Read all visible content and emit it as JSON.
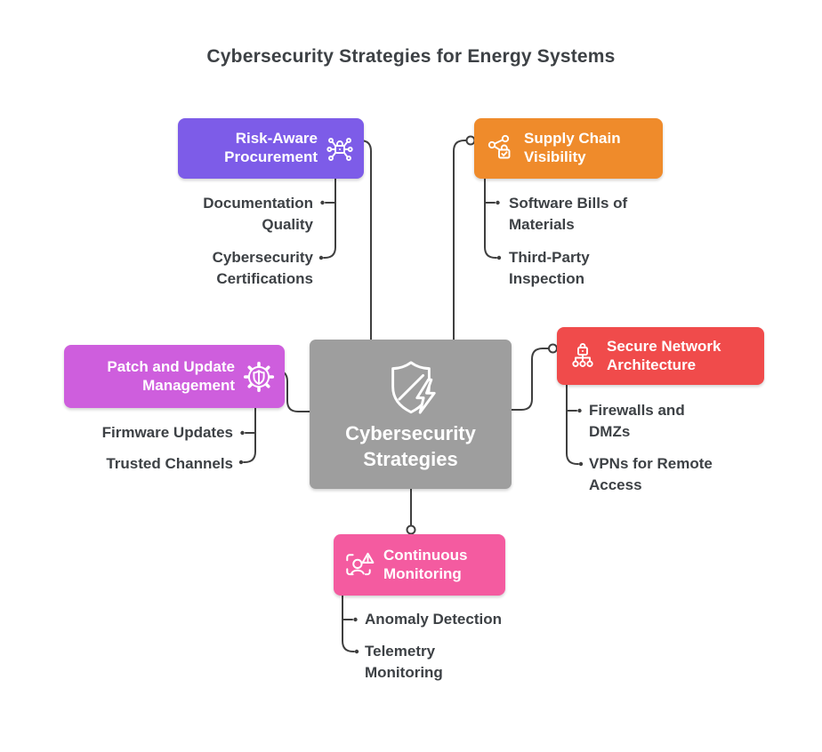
{
  "title": "Cybersecurity Strategies for Energy Systems",
  "colors": {
    "risk": "#7d5ce8",
    "supply": "#ef8b2b",
    "patch": "#ce5edd",
    "secure": "#f04b4b",
    "monitor": "#f45ba0",
    "center": "#9e9e9e",
    "line": "#3f3f3f",
    "text": "#3d4145"
  },
  "center": {
    "label": "Cybersecurity Strategies",
    "icon": "shield-bolt-icon"
  },
  "branches": [
    {
      "label": "Risk-Aware Procurement",
      "icon": "lock-network-icon",
      "children": [
        "Documentation Quality",
        "Cybersecurity Certifications"
      ]
    },
    {
      "label": "Supply Chain Visibility",
      "icon": "share-lock-icon",
      "children": [
        "Software Bills of Materials",
        "Third-Party Inspection"
      ]
    },
    {
      "label": "Patch and Update Management",
      "icon": "gear-shield-icon",
      "children": [
        "Firmware Updates",
        "Trusted Channels"
      ]
    },
    {
      "label": "Secure Network Architecture",
      "icon": "lock-tree-icon",
      "children": [
        "Firewalls and DMZs",
        "VPNs for Remote Access"
      ]
    },
    {
      "label": "Continuous Monitoring",
      "icon": "scan-alert-icon",
      "children": [
        "Anomaly Detection",
        "Telemetry Monitoring"
      ]
    }
  ]
}
